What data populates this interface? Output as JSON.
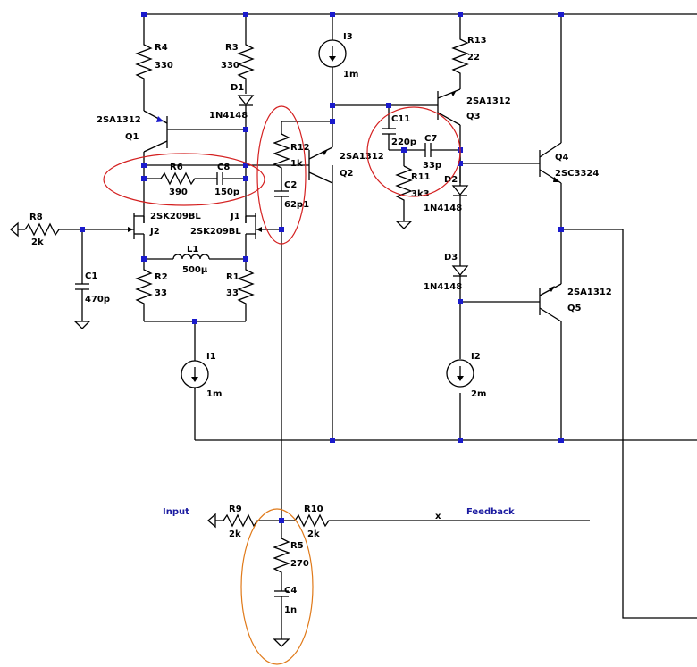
{
  "components": {
    "r4": {
      "name": "R4",
      "value": "330"
    },
    "r3": {
      "name": "R3",
      "value": "330"
    },
    "d1": {
      "name": "D1",
      "value": "1N4148"
    },
    "i3": {
      "name": "I3",
      "value": "1m"
    },
    "r13": {
      "name": "R13",
      "value": "22"
    },
    "q1": {
      "name": "Q1",
      "value": "2SA1312"
    },
    "q3": {
      "name": "Q3",
      "value": "2SA1312"
    },
    "q2": {
      "name": "Q2",
      "value": "2SA1312"
    },
    "q4": {
      "name": "Q4",
      "value": "2SC3324"
    },
    "q5": {
      "name": "Q5",
      "value": "2SA1312"
    },
    "r12": {
      "name": "R12",
      "value": "1k"
    },
    "c11": {
      "name": "C11",
      "value": "220p"
    },
    "c7": {
      "name": "C7",
      "value": "33p"
    },
    "r11": {
      "name": "R11",
      "value": "3k3"
    },
    "r6": {
      "name": "R6",
      "value": "390"
    },
    "c8": {
      "name": "C8",
      "value": "150p"
    },
    "c2": {
      "name": "C2",
      "value": "62p1"
    },
    "d2": {
      "name": "D2",
      "value": "1N4148"
    },
    "d3": {
      "name": "D3",
      "value": "1N4148"
    },
    "j1": {
      "name": "J1",
      "value": "2SK209BL"
    },
    "j2": {
      "name": "J2",
      "value": "2SK209BL"
    },
    "r8": {
      "name": "R8",
      "value": "2k"
    },
    "c1": {
      "name": "C1",
      "value": "470p"
    },
    "l1": {
      "name": "L1",
      "value": "500µ"
    },
    "r2": {
      "name": "R2",
      "value": "33"
    },
    "r1": {
      "name": "R1",
      "value": "33"
    },
    "i1": {
      "name": "I1",
      "value": "1m"
    },
    "i2": {
      "name": "I2",
      "value": "2m"
    },
    "r9": {
      "name": "R9",
      "value": "2k"
    },
    "r10": {
      "name": "R10",
      "value": "2k"
    },
    "r5": {
      "name": "R5",
      "value": "270"
    },
    "c4": {
      "name": "C4",
      "value": "1n"
    }
  },
  "labels": {
    "input": "Input",
    "feedback": "Feedback",
    "node_x": "x"
  },
  "colors": {
    "wire": "#000000",
    "junction": "#1a1acc",
    "net_label": "#1a1aa0",
    "highlight_red": "#d42020",
    "highlight_orange": "#e07a1a"
  }
}
